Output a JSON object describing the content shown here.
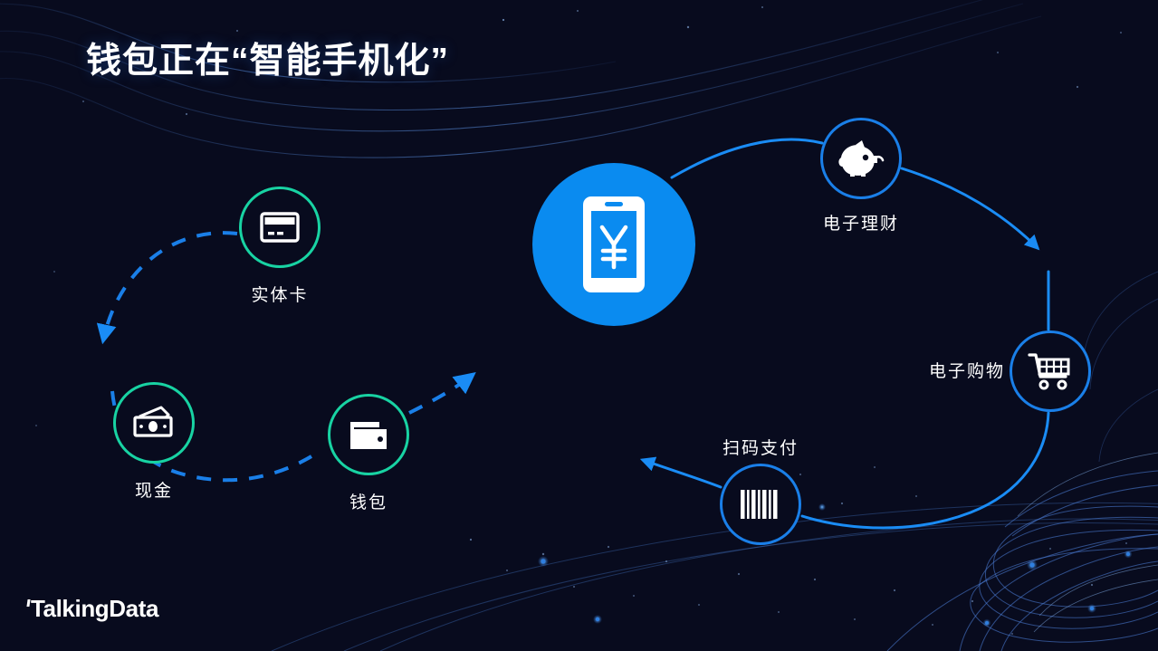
{
  "slide": {
    "title": "钱包正在“智能手机化”",
    "background_color": "#080b1e",
    "accent_blue": "#0a8bf0",
    "accent_green": "#18d3a3",
    "text_color": "#ffffff"
  },
  "hub": {
    "name": "smartphone-payment",
    "icon": "smartphone-yuan-icon",
    "symbol": "¥",
    "fill": "#0a8bf0"
  },
  "legacy_nodes": [
    {
      "id": "physical-card",
      "label": "实体卡",
      "icon": "credit-card-icon",
      "ring_color": "#18d3a3"
    },
    {
      "id": "cash",
      "label": "现金",
      "icon": "banknotes-icon",
      "ring_color": "#18d3a3"
    },
    {
      "id": "wallet",
      "label": "钱包",
      "icon": "wallet-icon",
      "ring_color": "#18d3a3"
    }
  ],
  "digital_nodes": [
    {
      "id": "e-finance",
      "label": "电子理财",
      "icon": "piggy-bank-icon",
      "ring_color": "#1a7fe8"
    },
    {
      "id": "e-shopping",
      "label": "电子购物",
      "icon": "shopping-cart-icon",
      "ring_color": "#1a7fe8"
    },
    {
      "id": "scan-pay",
      "label": "扫码支付",
      "icon": "barcode-icon",
      "ring_color": "#1a7fe8"
    }
  ],
  "logo": {
    "text": "TalkingData"
  }
}
